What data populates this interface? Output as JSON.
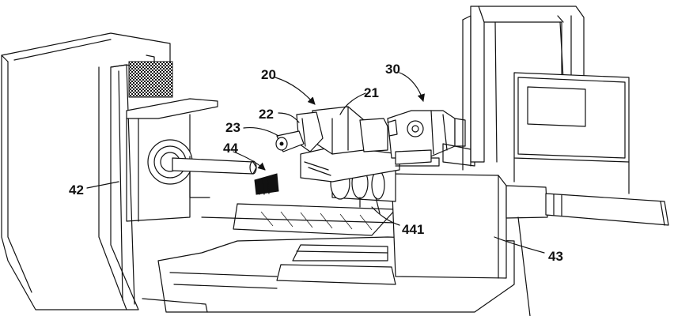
{
  "labels": {
    "l20": "20",
    "l21": "21",
    "l22": "22",
    "l23": "23",
    "l30": "30",
    "l42": "42",
    "l43": "43",
    "l44": "44",
    "l441": "441"
  },
  "colors": {
    "ink": "#111111",
    "paper": "#ffffff"
  }
}
